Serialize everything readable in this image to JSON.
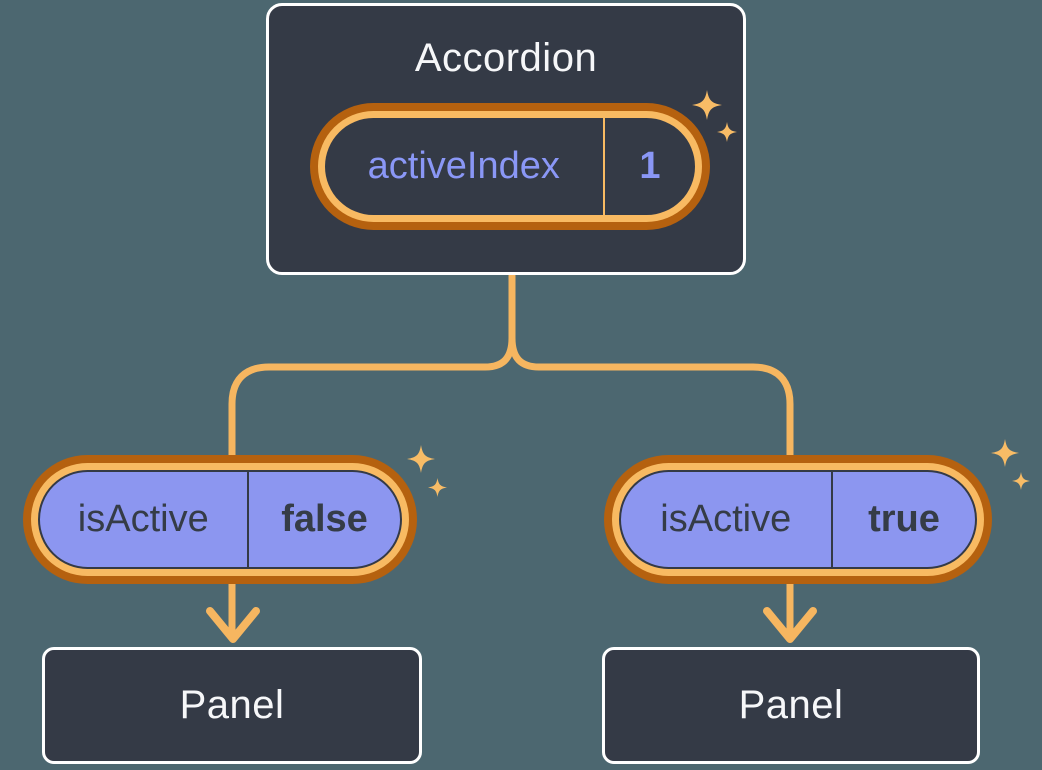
{
  "colors": {
    "canvasBg": "#4c6770",
    "cardBg": "#343a46",
    "cardBorder": "#ffffff",
    "orangeDark": "#b5610f",
    "orangeLight": "#f8ba62",
    "lineOrange": "#f6b660",
    "purpleFill": "#8c96f0",
    "purpleText": "#8a97f6",
    "darkText": "#353c47",
    "lightText": "#f6f7f9"
  },
  "icons": {
    "sparkle": "four-point-star",
    "arrow": "down-arrow"
  },
  "accordion": {
    "title": "Accordion",
    "state": {
      "label": "activeIndex",
      "value": "1"
    }
  },
  "nodes": [
    {
      "pill": {
        "label": "isActive",
        "value": "false"
      },
      "panel": {
        "label": "Panel"
      }
    },
    {
      "pill": {
        "label": "isActive",
        "value": "true"
      },
      "panel": {
        "label": "Panel"
      }
    }
  ]
}
